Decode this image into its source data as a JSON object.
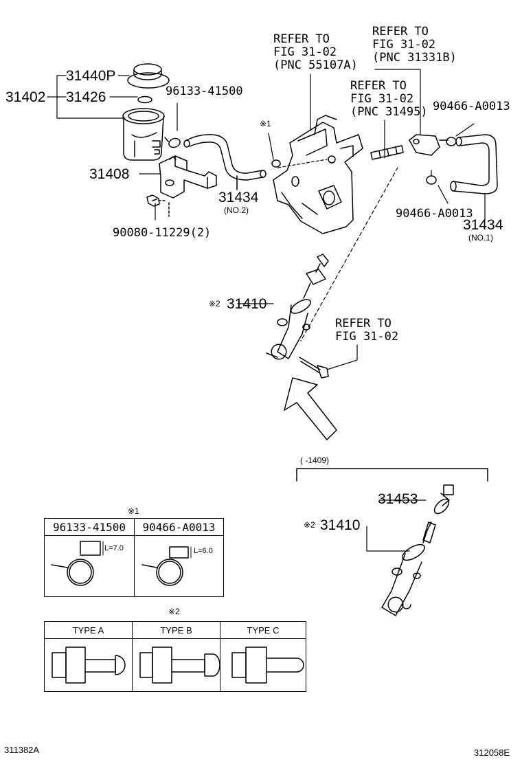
{
  "labels": {
    "p31440p": "31440P",
    "p31402": "31402",
    "p31426": "31426",
    "p96133": "96133-41500",
    "p31408": "31408",
    "p31434_no2": "31434",
    "no2": "(NO.2)",
    "p90080": "90080-11229(2)",
    "p90466_top": "90466-A0013",
    "p90466_bot": "90466-A0013",
    "p31434_no1": "31434",
    "no1": "(NO.1)",
    "mark1_top": "※1",
    "p31410_top": "31410",
    "mark2_top": "※2",
    "p31453": "31453",
    "p31410_bot": "31410",
    "mark2_bot": "※2",
    "range_note": "(      -1409)"
  },
  "refs": {
    "ref_55107a": "REFER TO\nFIG 31-02\n(PNC 55107A)",
    "ref_31331b": "REFER TO\nFIG 31-02\n(PNC 31331B)",
    "ref_31495": "REFER TO\nFIG 31-02\n(PNC 31495)",
    "ref_fig_31_02": "REFER TO\nFIG 31-02"
  },
  "clamp_table": {
    "title": "※1",
    "col1": "96133-41500",
    "col2": "90466-A0013",
    "len1": "L=7.0",
    "len2": "L=6.0"
  },
  "type_table": {
    "title": "※2",
    "type_a": "TYPE A",
    "type_b": "TYPE B",
    "type_c": "TYPE C"
  },
  "footer": {
    "left_code": "311382A",
    "right_code": "312058E"
  }
}
